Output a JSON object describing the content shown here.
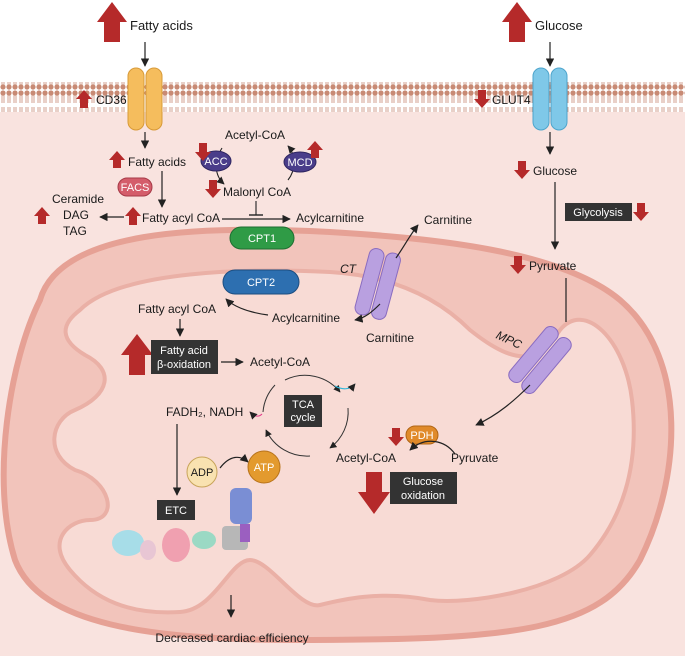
{
  "labels": {
    "fatty_acids_top": "Fatty acids",
    "glucose_top": "Glucose",
    "cd36": "CD36",
    "glut4": "GLUT4",
    "fatty_acids_cyto": "Fatty acids",
    "facs": "FACS",
    "acetyl_coa_top": "Acetyl-CoA",
    "acc": "ACC",
    "mcd": "MCD",
    "malonyl_coa": "Malonyl CoA",
    "ceramide": "Ceramide",
    "dag": "DAG",
    "tag": "TAG",
    "fatty_acyl_coa_cyto": "Fatty acyl CoA",
    "acylcarnitine_cyto": "Acylcarnitine",
    "cpt1": "CPT1",
    "carnitine_top": "Carnitine",
    "ct": "CT",
    "cpt2": "CPT2",
    "fatty_acyl_coa_mito": "Fatty acyl CoA",
    "acylcarnitine_mito": "Acylcarnitine",
    "carnitine_bottom": "Carnitine",
    "beta_ox_line1": "Fatty acid",
    "beta_ox_line2": "β-oxidation",
    "acetyl_coa_mito": "Acetyl-CoA",
    "tca_line1": "TCA",
    "tca_line2": "cycle",
    "fadh_nadh": "FADH₂, NADH",
    "adp": "ADP",
    "atp": "ATP",
    "etc": "ETC",
    "glucose_cyto": "Glucose",
    "glycolysis": "Glycolysis",
    "pyruvate_cyto": "Pyruvate",
    "mpc": "MPC",
    "pdh": "PDH",
    "acetyl_coa_right": "Acetyl-CoA",
    "pyruvate_mito": "Pyruvate",
    "glucose_ox_line1": "Glucose",
    "glucose_ox_line2": "oxidation",
    "outcome": "Decreased cardiac efficiency"
  },
  "colors": {
    "arrow_red": "#b52a2a",
    "cytoplasm": "#f9e3df",
    "matrix": "#f6d2cc",
    "mito_membrane": "#eab0a6",
    "lipid_head": "#c88a74",
    "fa_transporter": "#f5bd5d",
    "glut4": "#7fc8e8",
    "ct_mpc": "#b9a0e0",
    "cpt1": "#2f9b46",
    "cpt2": "#2d6fb0",
    "acc_mcd": "#4a3d8a",
    "facs": "#d45d6b",
    "pdh": "#e08a2a",
    "dark_box": "#333333"
  }
}
